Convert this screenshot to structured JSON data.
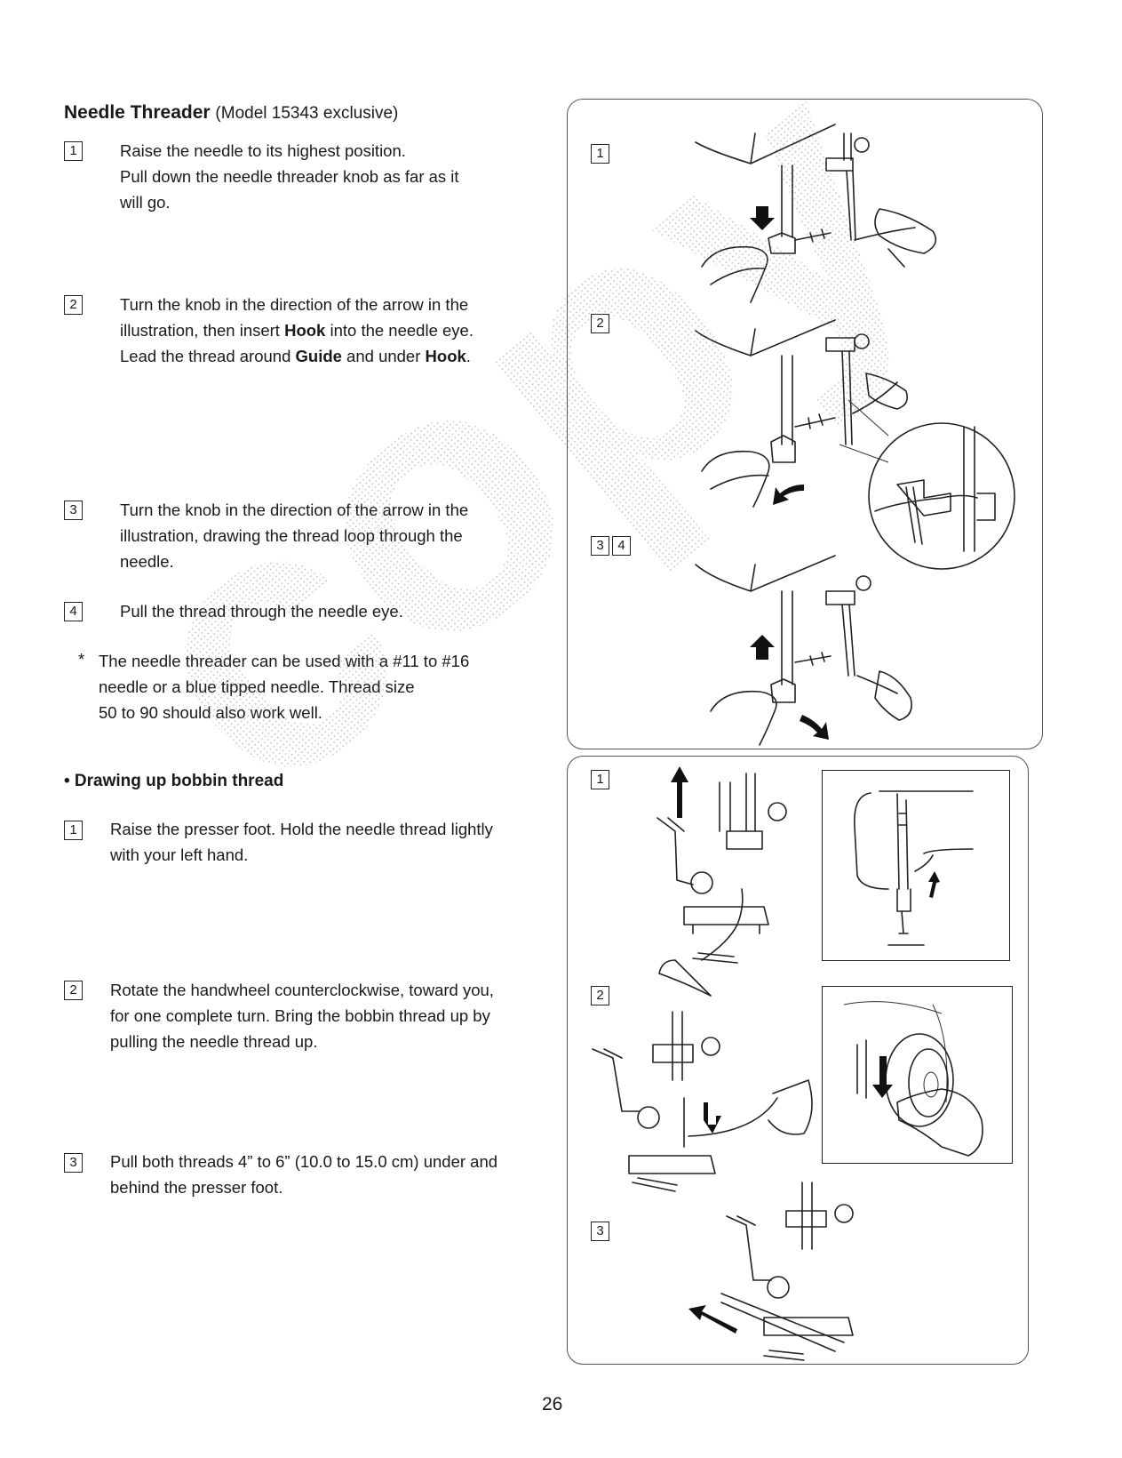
{
  "title": {
    "main": "Needle Threader",
    "model": "(Model 15343 exclusive)"
  },
  "threader_steps": [
    {
      "num": "1",
      "lines": [
        "Raise the needle to its highest position.",
        "Pull down the needle threader knob as far as it",
        "will go."
      ]
    },
    {
      "num": "2",
      "line1": "Turn the knob in the direction of the arrow in the",
      "line2_a": "illustration, then insert ",
      "line2_b": "Hook",
      "line2_c": " into the needle eye.",
      "line3_a": "Lead the thread around ",
      "line3_b": "Guide",
      "line3_c": " and under ",
      "line3_d": "Hook",
      "line3_e": "."
    },
    {
      "num": "3",
      "lines": [
        "Turn the knob in the direction of the arrow in the",
        "illustration, drawing the thread loop through the",
        "needle."
      ]
    },
    {
      "num": "4",
      "lines": [
        "Pull the thread through the needle eye."
      ]
    }
  ],
  "note": {
    "star": "*",
    "lines": [
      "The needle threader can be used with a #11 to #16",
      "needle or a blue tipped needle. Thread size",
      "50 to 90 should also work well."
    ]
  },
  "bobbin_title": "• Drawing up bobbin thread",
  "bobbin_steps": [
    {
      "num": "1",
      "lines": [
        "Raise the presser foot. Hold the needle thread lightly",
        "with your left hand."
      ]
    },
    {
      "num": "2",
      "lines": [
        "Rotate the handwheel counterclockwise, toward you,",
        "for one complete turn. Bring the bobbin thread up by",
        "pulling the needle thread up."
      ]
    },
    {
      "num": "3",
      "lines": [
        "Pull both threads 4” to 6” (10.0 to 15.0 cm) under and",
        "behind the presser foot."
      ]
    }
  ],
  "figure_top_labels": [
    "1",
    "2",
    "3",
    "4"
  ],
  "figure_bottom_labels": [
    "1",
    "2",
    "3"
  ],
  "watermark": "copy",
  "page_number": "26"
}
